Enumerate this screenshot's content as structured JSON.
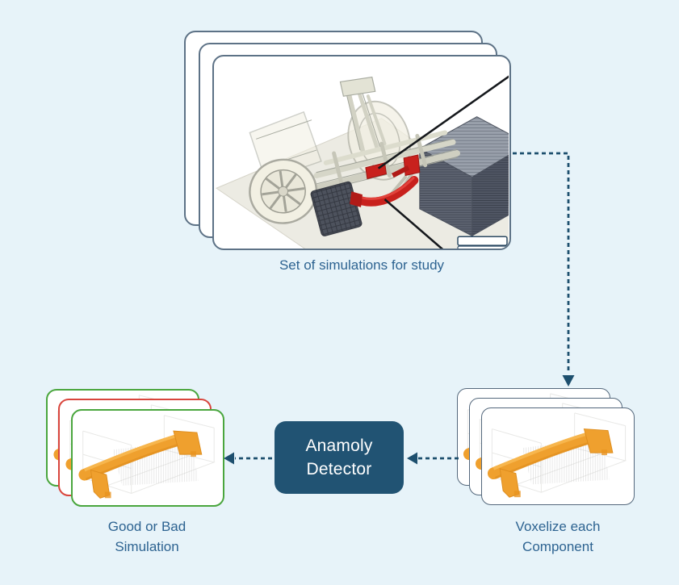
{
  "page": {
    "background_color": "#e7f3f9"
  },
  "palette": {
    "accent_navy": "#1d4f6e",
    "caption_blue": "#2d6391",
    "detector_box_fill": "#215373",
    "good_border_green": "#4aa63e",
    "bad_border_red": "#d9453c",
    "voxel_orange": "#efa02e",
    "bumper_highlight_red": "#c8211d",
    "card_border_slate": "#5d7286"
  },
  "nodes": {
    "simulations": {
      "caption": "Set of simulations for study"
    },
    "voxelize": {
      "caption_line1": "Voxelize each",
      "caption_line2": "Component"
    },
    "detector": {
      "title_line1": "Anamoly",
      "title_line2": "Detector"
    },
    "classification": {
      "caption_line1": "Good or Bad",
      "caption_line2": "Simulation"
    }
  },
  "flow": [
    {
      "from": "simulations",
      "to": "voxelize",
      "style": "dashed-arrow"
    },
    {
      "from": "voxelize",
      "to": "detector",
      "style": "dashed-arrow"
    },
    {
      "from": "detector",
      "to": "classification",
      "style": "dashed-arrow"
    }
  ]
}
